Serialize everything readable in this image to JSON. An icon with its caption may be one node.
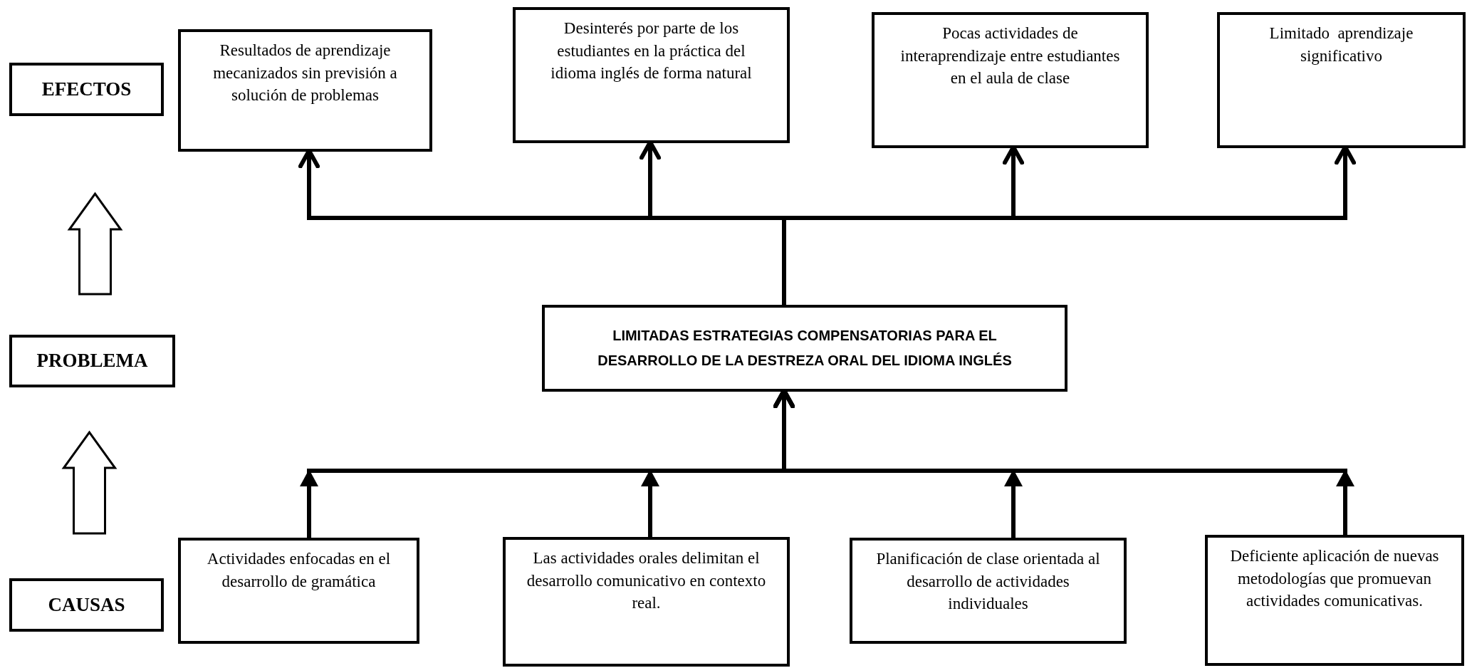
{
  "diagram": {
    "nodes": [
      {
        "text": [
          "EFECTOS"
        ]
      },
      {
        "text": [
          "PROBLEMA"
        ]
      },
      {
        "text": [
          "CAUSAS"
        ]
      },
      {
        "text": [
          "Resultados de aprendizaje mecanizados sin previsión a solución de problemas"
        ]
      },
      {
        "text": [
          "Desinterés por parte de los estudiantes en la práctica del idioma inglés de forma natural"
        ]
      },
      {
        "text": [
          "Pocas actividades de interaprendizaje entre estudiantes en el aula de clase"
        ]
      },
      {
        "text": [
          "Limitado  aprendizaje significativo"
        ]
      },
      {
        "text": [
          "LIMITADAS ESTRATEGIAS COMPENSATORIAS PARA EL DESARROLLO DE LA DESTREZA ORAL DEL IDIOMA INGLÉS"
        ]
      },
      {
        "text": [
          "Actividades enfocadas en el desarrollo de gramática"
        ]
      },
      {
        "text": [
          "Las actividades orales delimitan el desarrollo comunicativo en contexto real."
        ]
      },
      {
        "text": [
          "Planificación de clase orientada al desarrollo de actividades individuales"
        ]
      },
      {
        "text": [
          "Deficiente aplicación de nuevas metodologías que promuevan actividades comunicativas."
        ]
      }
    ],
    "edges": [
      {
        "from": 2,
        "to": 1,
        "arrow": "to",
        "style": "thick"
      },
      {
        "from": 1,
        "to": 0,
        "arrow": "to",
        "style": "thick"
      },
      {
        "from": 7,
        "to": 3,
        "arrow": "to"
      },
      {
        "from": 7,
        "to": 4,
        "arrow": "to"
      },
      {
        "from": 7,
        "to": 5,
        "arrow": "to"
      },
      {
        "from": 7,
        "to": 6,
        "arrow": "to"
      },
      {
        "from": 8,
        "to": 7,
        "arrow": "to"
      },
      {
        "from": 9,
        "to": 7,
        "arrow": "to"
      },
      {
        "from": 10,
        "to": 7,
        "arrow": "to"
      },
      {
        "from": 11,
        "to": 7,
        "arrow": "to"
      }
    ]
  }
}
